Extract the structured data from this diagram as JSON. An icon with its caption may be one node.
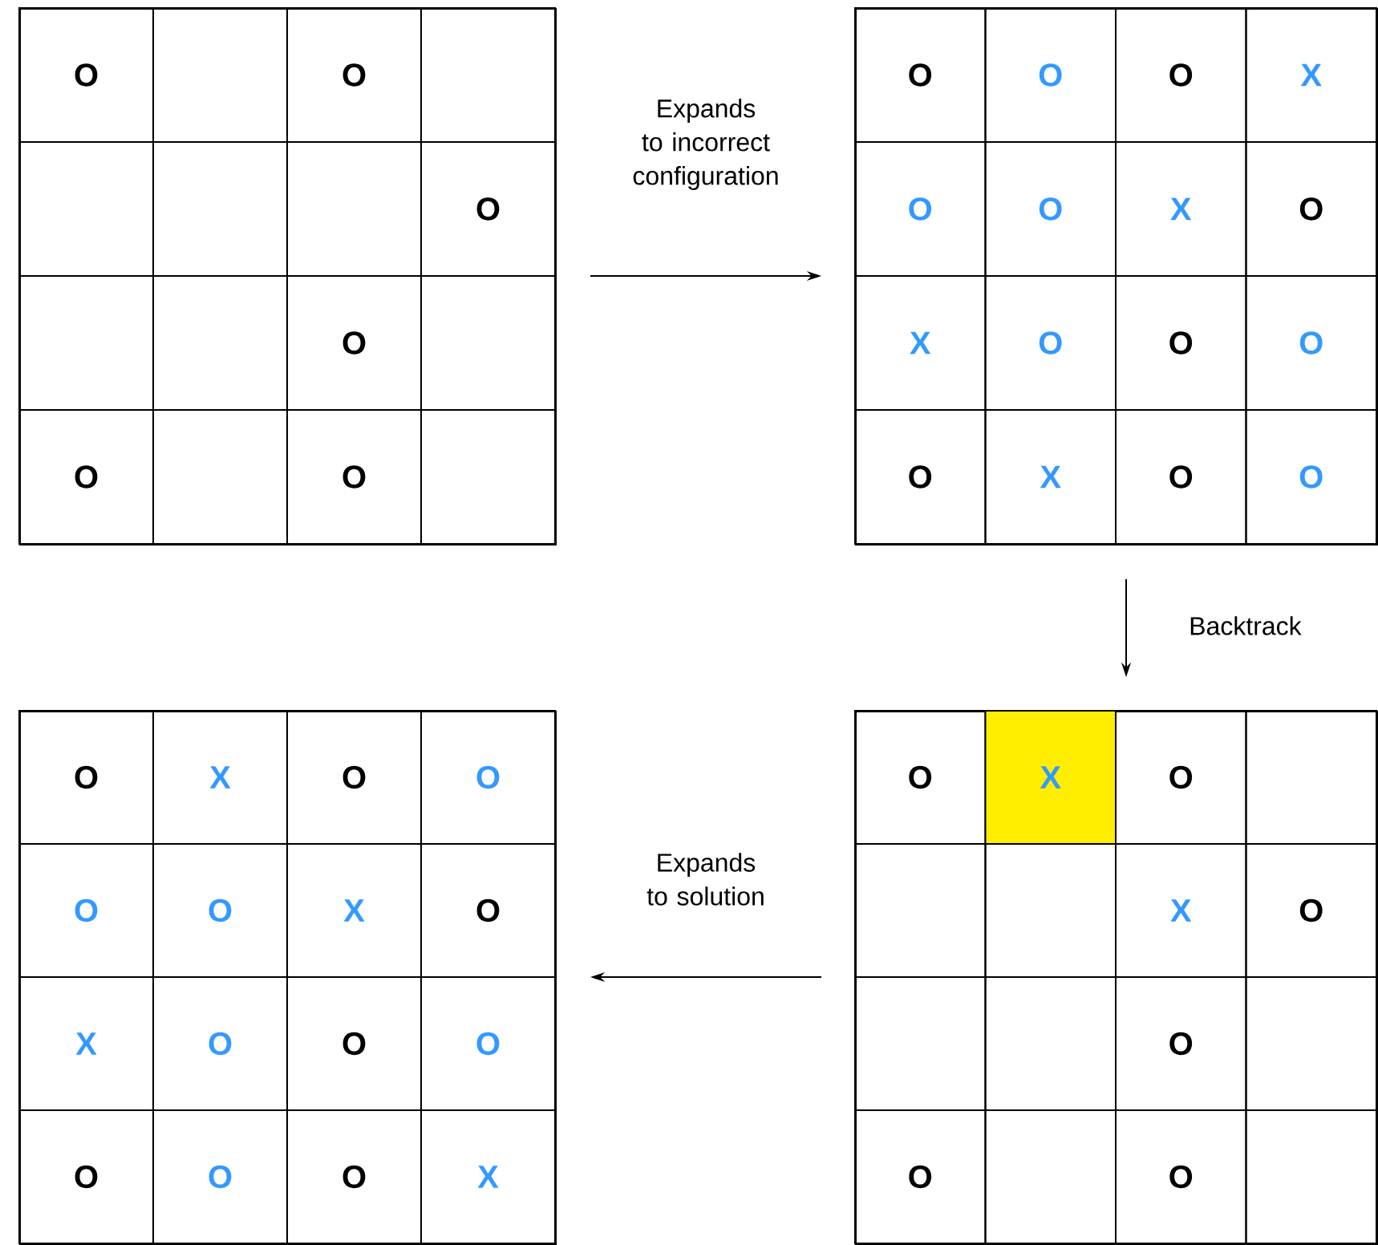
{
  "diagram": {
    "nodes": [
      {
        "text": [],
        "shape": "box"
      },
      {
        "text": [
          "O"
        ],
        "in": 0
      },
      {
        "text": [],
        "shape": "box",
        "in": 0
      },
      {
        "text": [
          "O"
        ],
        "in": 0
      },
      {
        "text": [],
        "shape": "box",
        "in": 0
      },
      {
        "text": [],
        "shape": "box",
        "in": 0
      },
      {
        "text": [],
        "shape": "box",
        "in": 0
      },
      {
        "text": [],
        "shape": "box",
        "in": 0
      },
      {
        "text": [
          "O"
        ],
        "in": 0
      },
      {
        "text": [],
        "shape": "box",
        "in": 0
      },
      {
        "text": [],
        "shape": "box",
        "in": 0
      },
      {
        "text": [
          "O"
        ],
        "in": 0
      },
      {
        "text": [],
        "shape": "box",
        "in": 0
      },
      {
        "text": [
          "O"
        ],
        "in": 0
      },
      {
        "text": [],
        "shape": "box",
        "in": 0
      },
      {
        "text": [
          "O"
        ],
        "in": 0
      },
      {
        "text": [],
        "shape": "box",
        "in": 0
      },
      {
        "text": [],
        "shape": "box"
      },
      {
        "text": [
          "O"
        ],
        "in": 17
      },
      {
        "text": [
          "O"
        ],
        "in": 17
      },
      {
        "text": [
          "O"
        ],
        "in": 17
      },
      {
        "text": [
          "X"
        ],
        "in": 17
      },
      {
        "text": [
          "O"
        ],
        "in": 17
      },
      {
        "text": [
          "O"
        ],
        "in": 17
      },
      {
        "text": [
          "X"
        ],
        "in": 17
      },
      {
        "text": [
          "O"
        ],
        "in": 17
      },
      {
        "text": [
          "X"
        ],
        "in": 17
      },
      {
        "text": [
          "O"
        ],
        "in": 17
      },
      {
        "text": [
          "O"
        ],
        "in": 17
      },
      {
        "text": [
          "O"
        ],
        "in": 17
      },
      {
        "text": [
          "O"
        ],
        "in": 17
      },
      {
        "text": [
          "X"
        ],
        "in": 17
      },
      {
        "text": [
          "O"
        ],
        "in": 17
      },
      {
        "text": [
          "O"
        ],
        "in": 17
      },
      {
        "text": [],
        "shape": "box"
      },
      {
        "text": [
          "O"
        ],
        "in": 34
      },
      {
        "text": [
          "X"
        ],
        "in": 34
      },
      {
        "text": [
          "O"
        ],
        "in": 34
      },
      {
        "text": [
          "O"
        ],
        "in": 34
      },
      {
        "text": [
          "O"
        ],
        "in": 34
      },
      {
        "text": [
          "O"
        ],
        "in": 34
      },
      {
        "text": [
          "X"
        ],
        "in": 34
      },
      {
        "text": [
          "O"
        ],
        "in": 34
      },
      {
        "text": [
          "X"
        ],
        "in": 34
      },
      {
        "text": [
          "O"
        ],
        "in": 34
      },
      {
        "text": [
          "O"
        ],
        "in": 34
      },
      {
        "text": [
          "O"
        ],
        "in": 34
      },
      {
        "text": [
          "O"
        ],
        "in": 34
      },
      {
        "text": [
          "O"
        ],
        "in": 34
      },
      {
        "text": [
          "O"
        ],
        "in": 34
      },
      {
        "text": [
          "X"
        ],
        "in": 34
      },
      {
        "text": [],
        "shape": "box"
      },
      {
        "text": [
          "O"
        ],
        "in": 51
      },
      {
        "text": [
          "X"
        ],
        "in": 51
      },
      {
        "text": [
          "O"
        ],
        "in": 51
      },
      {
        "text": [],
        "shape": "box",
        "in": 51
      },
      {
        "text": [],
        "shape": "box",
        "in": 51
      },
      {
        "text": [],
        "shape": "box",
        "in": 51
      },
      {
        "text": [
          "X"
        ],
        "in": 51
      },
      {
        "text": [
          "O"
        ],
        "in": 51
      },
      {
        "text": [],
        "shape": "box",
        "in": 51
      },
      {
        "text": [],
        "shape": "box",
        "in": 51
      },
      {
        "text": [
          "O"
        ],
        "in": 51
      },
      {
        "text": [],
        "shape": "box",
        "in": 51
      },
      {
        "text": [
          "O"
        ],
        "in": 51
      },
      {
        "text": [],
        "shape": "box",
        "in": 51
      },
      {
        "text": [
          "O"
        ],
        "in": 51
      },
      {
        "text": [],
        "shape": "box",
        "in": 51
      }
    ],
    "edges": [
      {
        "from": 0,
        "to": 17,
        "arrow": "to",
        "label": "Expands to incorrect configuration"
      },
      {
        "from": 17,
        "to": 51,
        "arrow": "to",
        "label": "Backtrack"
      },
      {
        "from": 51,
        "to": 34,
        "arrow": "to",
        "label": "Expands to solution"
      }
    ]
  }
}
